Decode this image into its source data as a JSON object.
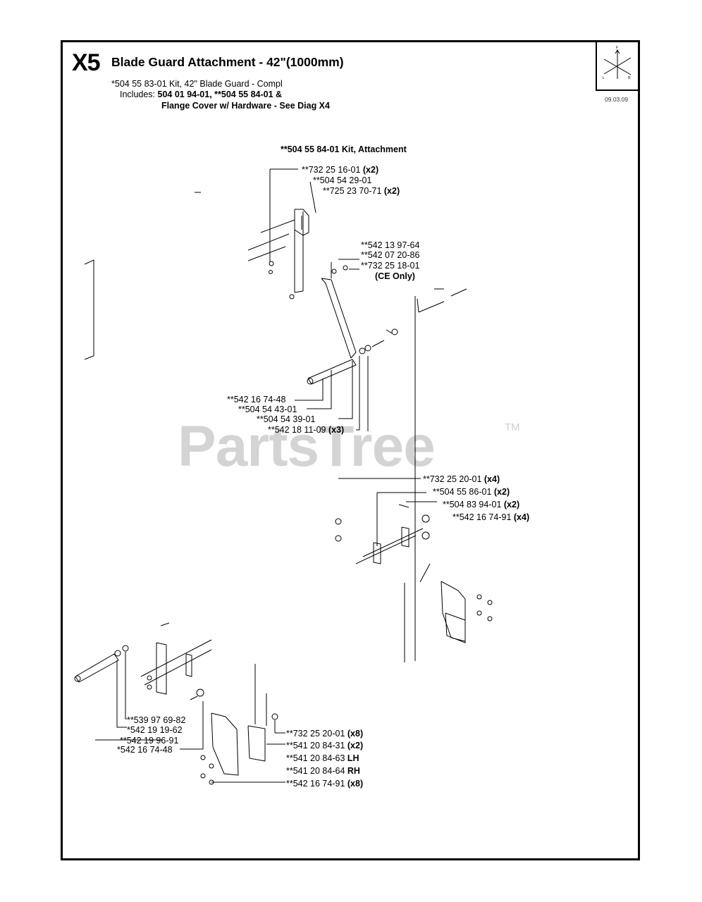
{
  "header": {
    "section_code": "X5",
    "title": "Blade Guard Attachment - 42\"(1000mm)",
    "date": "09.03.09",
    "kit_line_1": "*504 55 83-01 Kit, 42\" Blade Guard - Compl",
    "kit_includes_prefix": "Includes: ",
    "kit_includes_parts": "504 01 94-01,  **504 55 84-01 &",
    "kit_line_3": "Flange Cover w/ Hardware - See Diag X4"
  },
  "subkit_label": "**504 55 84-01 Kit, Attachment",
  "watermark": {
    "text": "PartsTree",
    "tm": "TM"
  },
  "callouts": [
    {
      "num": "**732 25 16-01 ",
      "qty": "(x2)"
    },
    {
      "num": "**504 54 29-01",
      "qty": ""
    },
    {
      "num": "**725 23 70-71 ",
      "qty": "(x2)"
    },
    {
      "num": "**542 13 97-64",
      "qty": ""
    },
    {
      "num": "**542 07 20-86",
      "qty": ""
    },
    {
      "num": "**732 25 18-01",
      "qty": ""
    },
    {
      "num": "",
      "qty": "(CE Only)"
    },
    {
      "num": "**542 16 74-48",
      "qty": ""
    },
    {
      "num": "**504 54 43-01",
      "qty": ""
    },
    {
      "num": "**504 54 39-01",
      "qty": ""
    },
    {
      "num": "**542 18 11-09 ",
      "qty": "(x3)"
    },
    {
      "num": "**732 25 20-01 ",
      "qty": "(x4)"
    },
    {
      "num": "**504 55 86-01 ",
      "qty": "(x2)"
    },
    {
      "num": "**504 83 94-01 ",
      "qty": "(x2)"
    },
    {
      "num": "**542 16 74-91 ",
      "qty": "(x4)"
    },
    {
      "num": "**539 97 69-82",
      "qty": ""
    },
    {
      "num": "*542 19 19-62",
      "qty": ""
    },
    {
      "num": "**542 19 96-91",
      "qty": ""
    },
    {
      "num": "*542 16 74-48",
      "qty": ""
    },
    {
      "num": "**732 25 20-01 ",
      "qty": "(x8)"
    },
    {
      "num": "**541 20 84-31 ",
      "qty": "(x2)"
    },
    {
      "num": "**541 20 84-63 ",
      "qty": "LH"
    },
    {
      "num": "**541 20 84-64 ",
      "qty": "RH"
    },
    {
      "num": "**542 16 74-91 ",
      "qty": "(x8)"
    }
  ],
  "compass_icon": "orientation-compass-icon"
}
